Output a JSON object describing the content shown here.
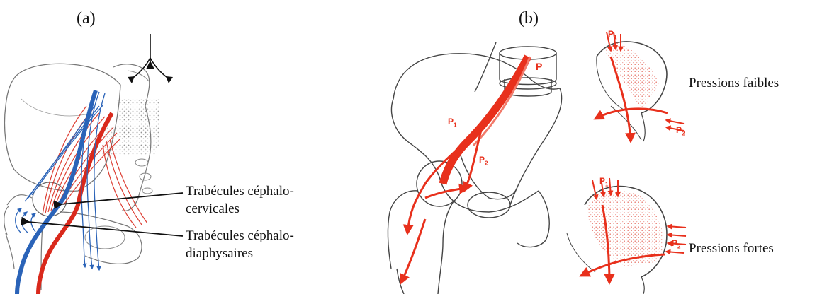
{
  "panels": {
    "a": {
      "label": "(a)"
    },
    "b": {
      "label": "(b)"
    }
  },
  "labels": {
    "cervical_line1": "Trabécules céphalo-",
    "cervical_line2": "cervicales",
    "diaphyseal_line1": "Trabécules céphalo-",
    "diaphyseal_line2": "diaphysaires",
    "low_pressure": "Pressions faibles",
    "high_pressure": "Pressions fortes"
  },
  "pressure_marks": {
    "P": "P",
    "P1": "P",
    "P1_sub": "1",
    "P2": "P",
    "P2_sub": "2"
  },
  "colors": {
    "trabeculae_red": "#d9291c",
    "trabeculae_blue": "#2a63b8",
    "arrow_red": "#e8301c",
    "bone_outline": "#555555",
    "stipple": "#e87a70"
  }
}
